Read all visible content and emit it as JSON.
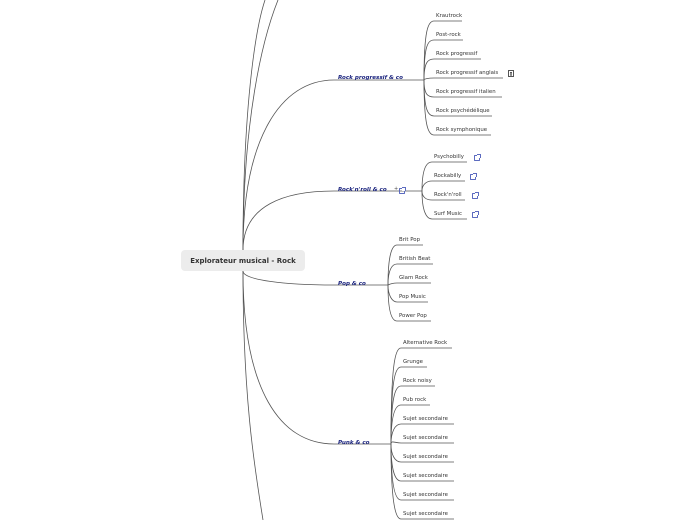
{
  "root": {
    "label": "Explorateur musical - Rock"
  },
  "branches": [
    {
      "label": "Rock progressif & co",
      "children": [
        "Krautrock",
        "Post-rock",
        "Rock progressif",
        "Rock progressif anglais",
        "Rock progressif italien",
        "Rock psychédélique",
        "Rock symphonique"
      ]
    },
    {
      "label": "Rock'n'roll & co",
      "children": [
        "Psychobilly",
        "Rockabilly",
        "Rock'n'roll",
        "Surf Music"
      ]
    },
    {
      "label": "Pop & co",
      "children": [
        "Brit Pop",
        "British Beat",
        "Glam Rock",
        "Pop Music",
        "Power Pop"
      ]
    },
    {
      "label": "Punk & co",
      "children": [
        "Alternative Rock",
        "Grunge",
        "Rock noisy",
        "Pub rock",
        "Sujet secondaire",
        "Sujet secondaire",
        "Sujet secondaire",
        "Sujet secondaire",
        "Sujet secondaire",
        "Sujet secondaire"
      ]
    }
  ],
  "icons": {
    "external_link": "external-link-icon",
    "note": "note-icon",
    "expand": "+"
  },
  "colors": {
    "line": "#555555",
    "branch_text": "#1a237e",
    "root_bg": "#ececec",
    "link_icon": "#5c6bc0"
  }
}
